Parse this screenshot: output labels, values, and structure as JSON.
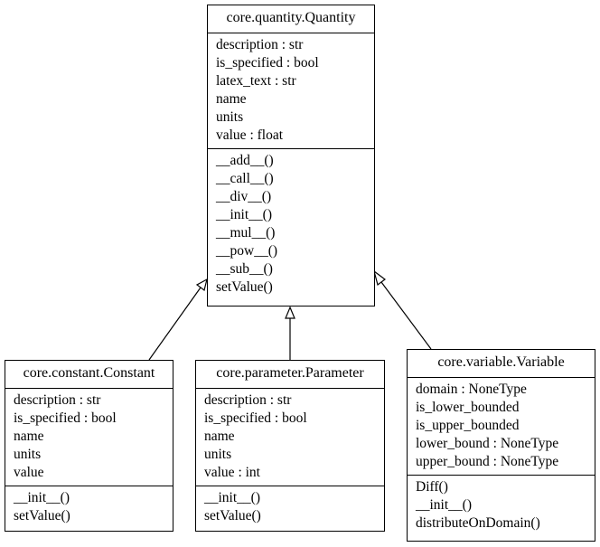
{
  "classes": {
    "quantity": {
      "name": "core.quantity.Quantity",
      "attributes": [
        "description : str",
        "is_specified : bool",
        "latex_text : str",
        "name",
        "units",
        "value : float"
      ],
      "methods": [
        "__add__()",
        "__call__()",
        "__div__()",
        "__init__()",
        "__mul__()",
        "__pow__()",
        "__sub__()",
        "setValue()"
      ]
    },
    "constant": {
      "name": "core.constant.Constant",
      "attributes": [
        "description : str",
        "is_specified : bool",
        "name",
        "units",
        "value"
      ],
      "methods": [
        "__init__()",
        "setValue()"
      ]
    },
    "parameter": {
      "name": "core.parameter.Parameter",
      "attributes": [
        "description : str",
        "is_specified : bool",
        "name",
        "units",
        "value : int"
      ],
      "methods": [
        "__init__()",
        "setValue()"
      ]
    },
    "variable": {
      "name": "core.variable.Variable",
      "attributes": [
        "domain : NoneType",
        "is_lower_bounded",
        "is_upper_bounded",
        "lower_bound : NoneType",
        "upper_bound : NoneType"
      ],
      "methods": [
        "Diff()",
        "__init__()",
        "distributeOnDomain()"
      ]
    }
  }
}
